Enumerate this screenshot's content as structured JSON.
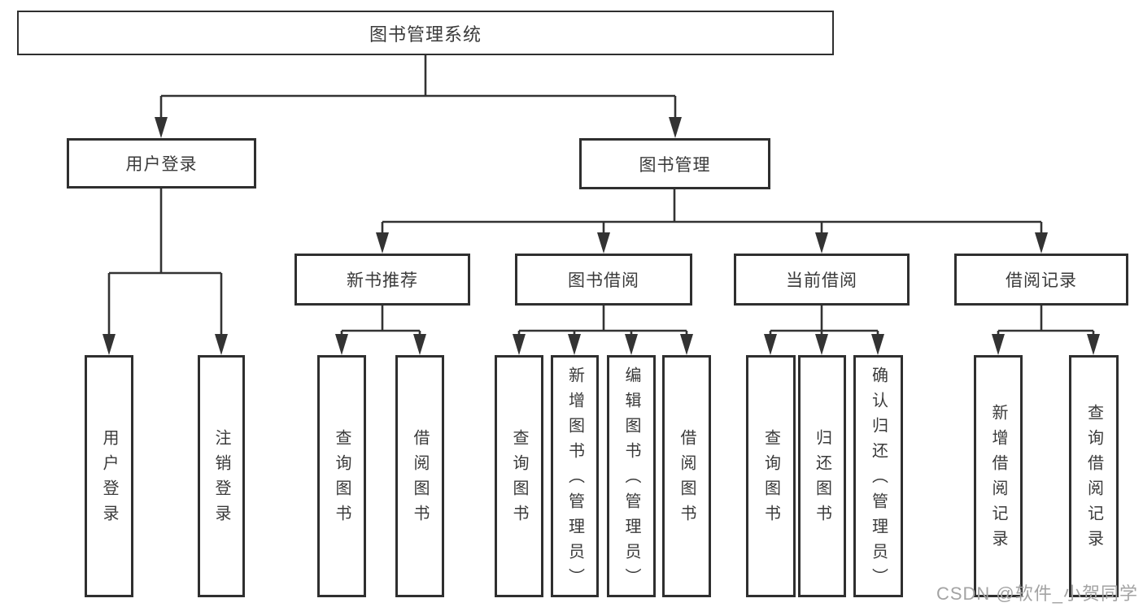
{
  "diagram": {
    "title": "图书管理系统",
    "watermark": "CSDN @软件_小贺同学",
    "colors": {
      "background": "#ffffff",
      "line": "#333333",
      "box_border": "#2f2f2f",
      "text": "#3a3a3a",
      "watermark_text": "#a3a3a3"
    },
    "tree": {
      "root": {
        "label": "图书管理系统"
      },
      "branches": {
        "user": {
          "label": "用户登录",
          "leaves": [
            {
              "label": "用户登录"
            },
            {
              "label": "注销登录"
            }
          ]
        },
        "book": {
          "label": "图书管理",
          "sections": [
            {
              "label": "新书推荐",
              "leaves": [
                {
                  "label": "查询图书"
                },
                {
                  "label": "借阅图书"
                }
              ]
            },
            {
              "label": "图书借阅",
              "leaves": [
                {
                  "label": "查询图书"
                },
                {
                  "label": "新增图书（管理员）"
                },
                {
                  "label": "编辑图书（管理员）"
                },
                {
                  "label": "借阅图书"
                }
              ]
            },
            {
              "label": "当前借阅",
              "leaves": [
                {
                  "label": "查询图书"
                },
                {
                  "label": "归还图书"
                },
                {
                  "label": "确认归还（管理员）"
                }
              ]
            },
            {
              "label": "借阅记录",
              "leaves": [
                {
                  "label": "新增借阅记录"
                },
                {
                  "label": "查询借阅记录"
                }
              ]
            }
          ]
        }
      }
    }
  }
}
